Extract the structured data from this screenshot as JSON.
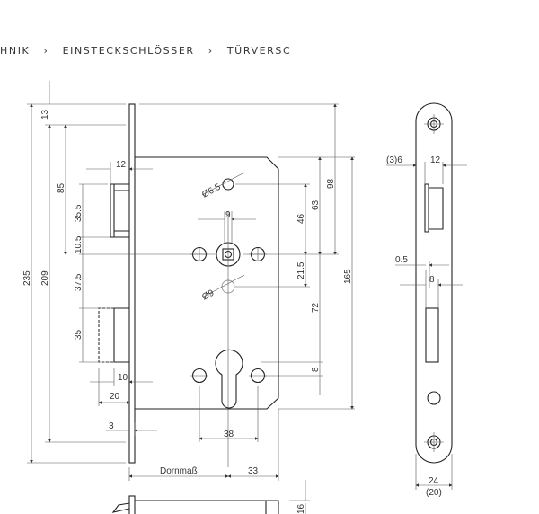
{
  "breadcrumb": {
    "items": [
      "HNIK",
      "EINSTECKSCHLÖSSER",
      "TÜRVERSC"
    ],
    "separator": "›"
  },
  "drawing": {
    "title": "Mortise lock technical drawing",
    "front_view": {
      "dims": {
        "d235": "235",
        "d209": "209",
        "d13": "13",
        "d85": "85",
        "d35_5": "35.5",
        "d10_5": "10.5",
        "d37_5": "37.5",
        "d35": "35",
        "d12": "12",
        "d10": "10",
        "d20": "20",
        "d3": "3",
        "d9": "9",
        "dia6_5": "Ø6.5",
        "dia9": "Ø9",
        "d46": "46",
        "d21_5": "21.5",
        "d63": "63",
        "d72": "72",
        "d8": "8",
        "d98": "98",
        "d165": "165",
        "d38": "38",
        "dornmass": "Dornmaß",
        "d33": "33",
        "d16": "16"
      }
    },
    "side_view": {
      "dims": {
        "d3_6": "(3)6",
        "d12": "12",
        "d0_5": "0.5",
        "d8": "8",
        "d24": "24",
        "d20": "(20)"
      }
    }
  }
}
